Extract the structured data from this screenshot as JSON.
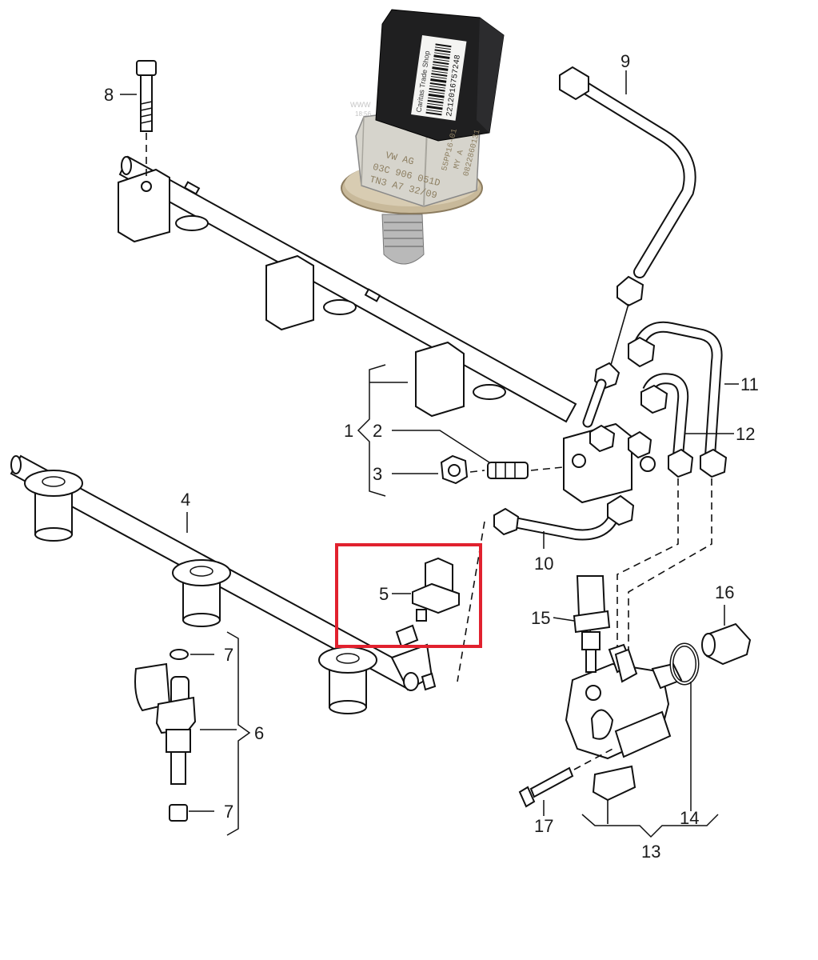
{
  "highlight_color": "#e1212e",
  "photo": {
    "sticker_brand": "Caritas Trade Shop",
    "sticker_number": "2212016757248",
    "body_text_lines": [
      "VW AG",
      "03C 906 051D",
      "TN3 A7 32/09"
    ],
    "side_text_lines": [
      "55PP16-01",
      "MY A",
      "0822860131"
    ],
    "watermark": "WWW",
    "watermark_time": "18:56"
  },
  "callouts": {
    "c1": "1",
    "c2": "2",
    "c3": "3",
    "c4": "4",
    "c5": "5",
    "c6": "6",
    "c7a": "7",
    "c7b": "7",
    "c8": "8",
    "c9": "9",
    "c10": "10",
    "c11": "11",
    "c12": "12",
    "c13": "13",
    "c14": "14",
    "c15": "15",
    "c16": "16",
    "c17": "17"
  }
}
